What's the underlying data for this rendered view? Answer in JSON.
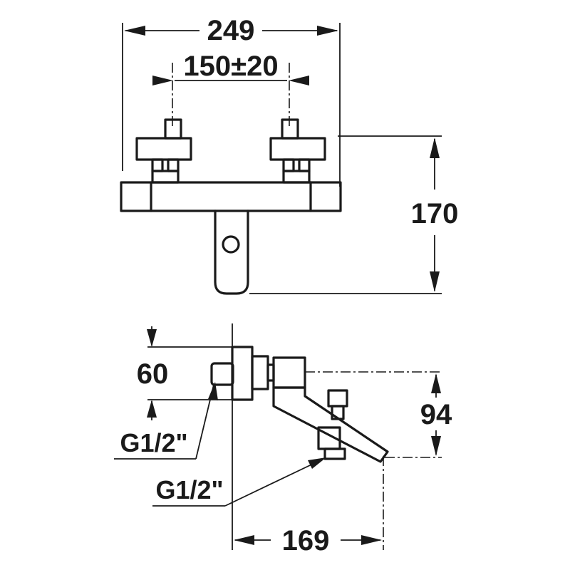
{
  "front_view": {
    "overall_width": "249",
    "inlet_spacing": "150±20",
    "overall_height": "170"
  },
  "side_view": {
    "inlet_height": "60",
    "outlet_drop": "94",
    "projection": "169",
    "inlet_thread": "G1/2\"",
    "outlet_thread": "G1/2\""
  }
}
